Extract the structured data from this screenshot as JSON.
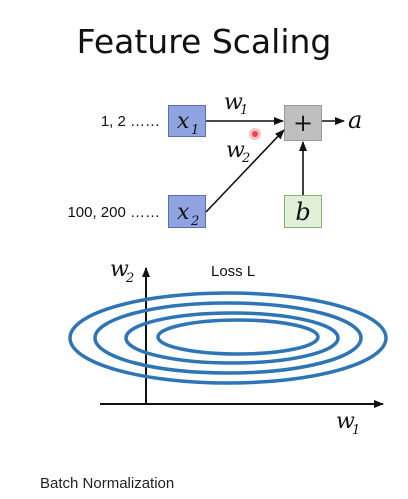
{
  "title": "Feature Scaling",
  "inputs": {
    "x1_values": "1, 2 ……",
    "x2_values": "100, 200 ……"
  },
  "nodes": {
    "x1": {
      "symbol": "x",
      "sub": "1"
    },
    "x2": {
      "symbol": "x",
      "sub": "2"
    },
    "b": "b",
    "plus": "+",
    "output": "a"
  },
  "weights": {
    "w1": {
      "symbol": "w",
      "sub": "1"
    },
    "w2": {
      "symbol": "w",
      "sub": "2"
    }
  },
  "loss_plot": {
    "title": "Loss L",
    "y_axis": {
      "symbol": "w",
      "sub": "2"
    },
    "x_axis": {
      "symbol": "w",
      "sub": "1"
    },
    "contour_count": 4,
    "contour_color": "#2e75b6"
  },
  "colors": {
    "x_node_fill": "#8ea3df",
    "b_node_fill": "#e2f0d9",
    "plus_node_fill": "#bfbfbf",
    "cursor_dot": "#e8474c"
  },
  "footer": "Batch Normalization"
}
